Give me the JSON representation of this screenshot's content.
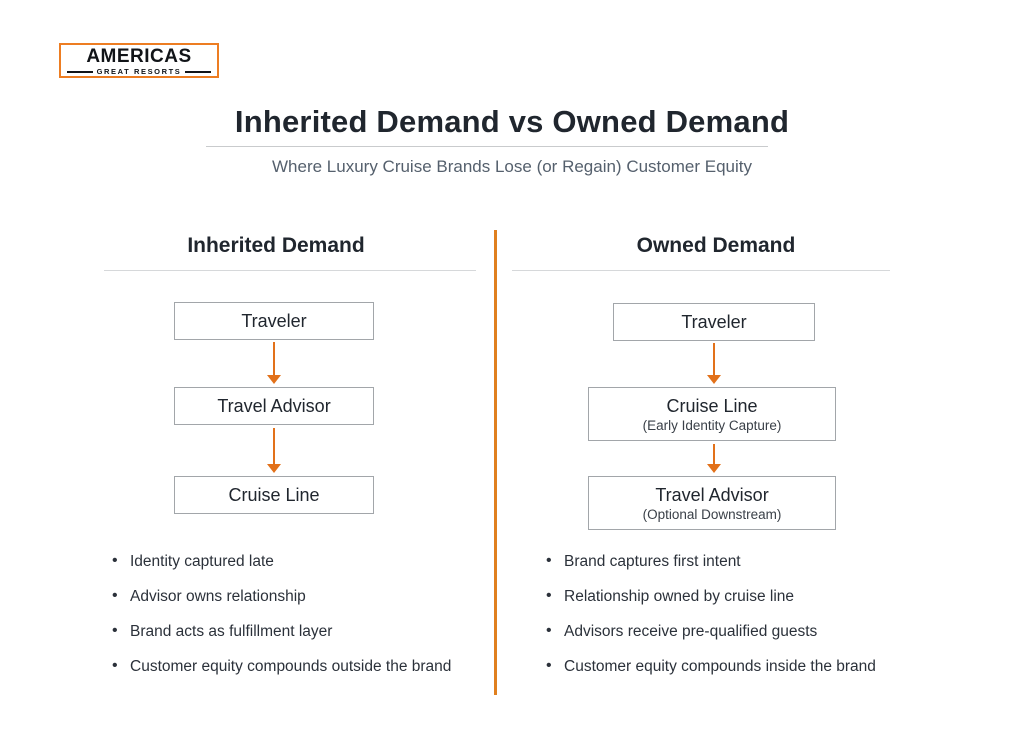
{
  "logo": {
    "main": "AMERICAS",
    "sub": "GREAT RESORTS",
    "border_color": "#ED7D22"
  },
  "header": {
    "title": "Inherited Demand vs Owned Demand",
    "subtitle": "Where Luxury Cruise Brands Lose (or Regain) Customer Equity"
  },
  "accent_color": "#E0801F",
  "columns": {
    "left": {
      "heading": "Inherited Demand",
      "flow": [
        {
          "main": "Traveler",
          "sub": ""
        },
        {
          "main": "Travel Advisor",
          "sub": ""
        },
        {
          "main": "Cruise Line",
          "sub": ""
        }
      ],
      "bullets": [
        "Identity captured late",
        "Advisor owns relationship",
        "Brand acts as fulfillment layer",
        "Customer equity compounds outside the brand"
      ]
    },
    "right": {
      "heading": "Owned Demand",
      "flow": [
        {
          "main": "Traveler",
          "sub": ""
        },
        {
          "main": "Cruise Line",
          "sub": "(Early Identity Capture)"
        },
        {
          "main": "Travel Advisor",
          "sub": "(Optional Downstream)"
        }
      ],
      "bullets": [
        "Brand captures first intent",
        "Relationship owned by cruise line",
        "Advisors receive pre-qualified guests",
        "Customer equity compounds inside the brand"
      ]
    }
  }
}
